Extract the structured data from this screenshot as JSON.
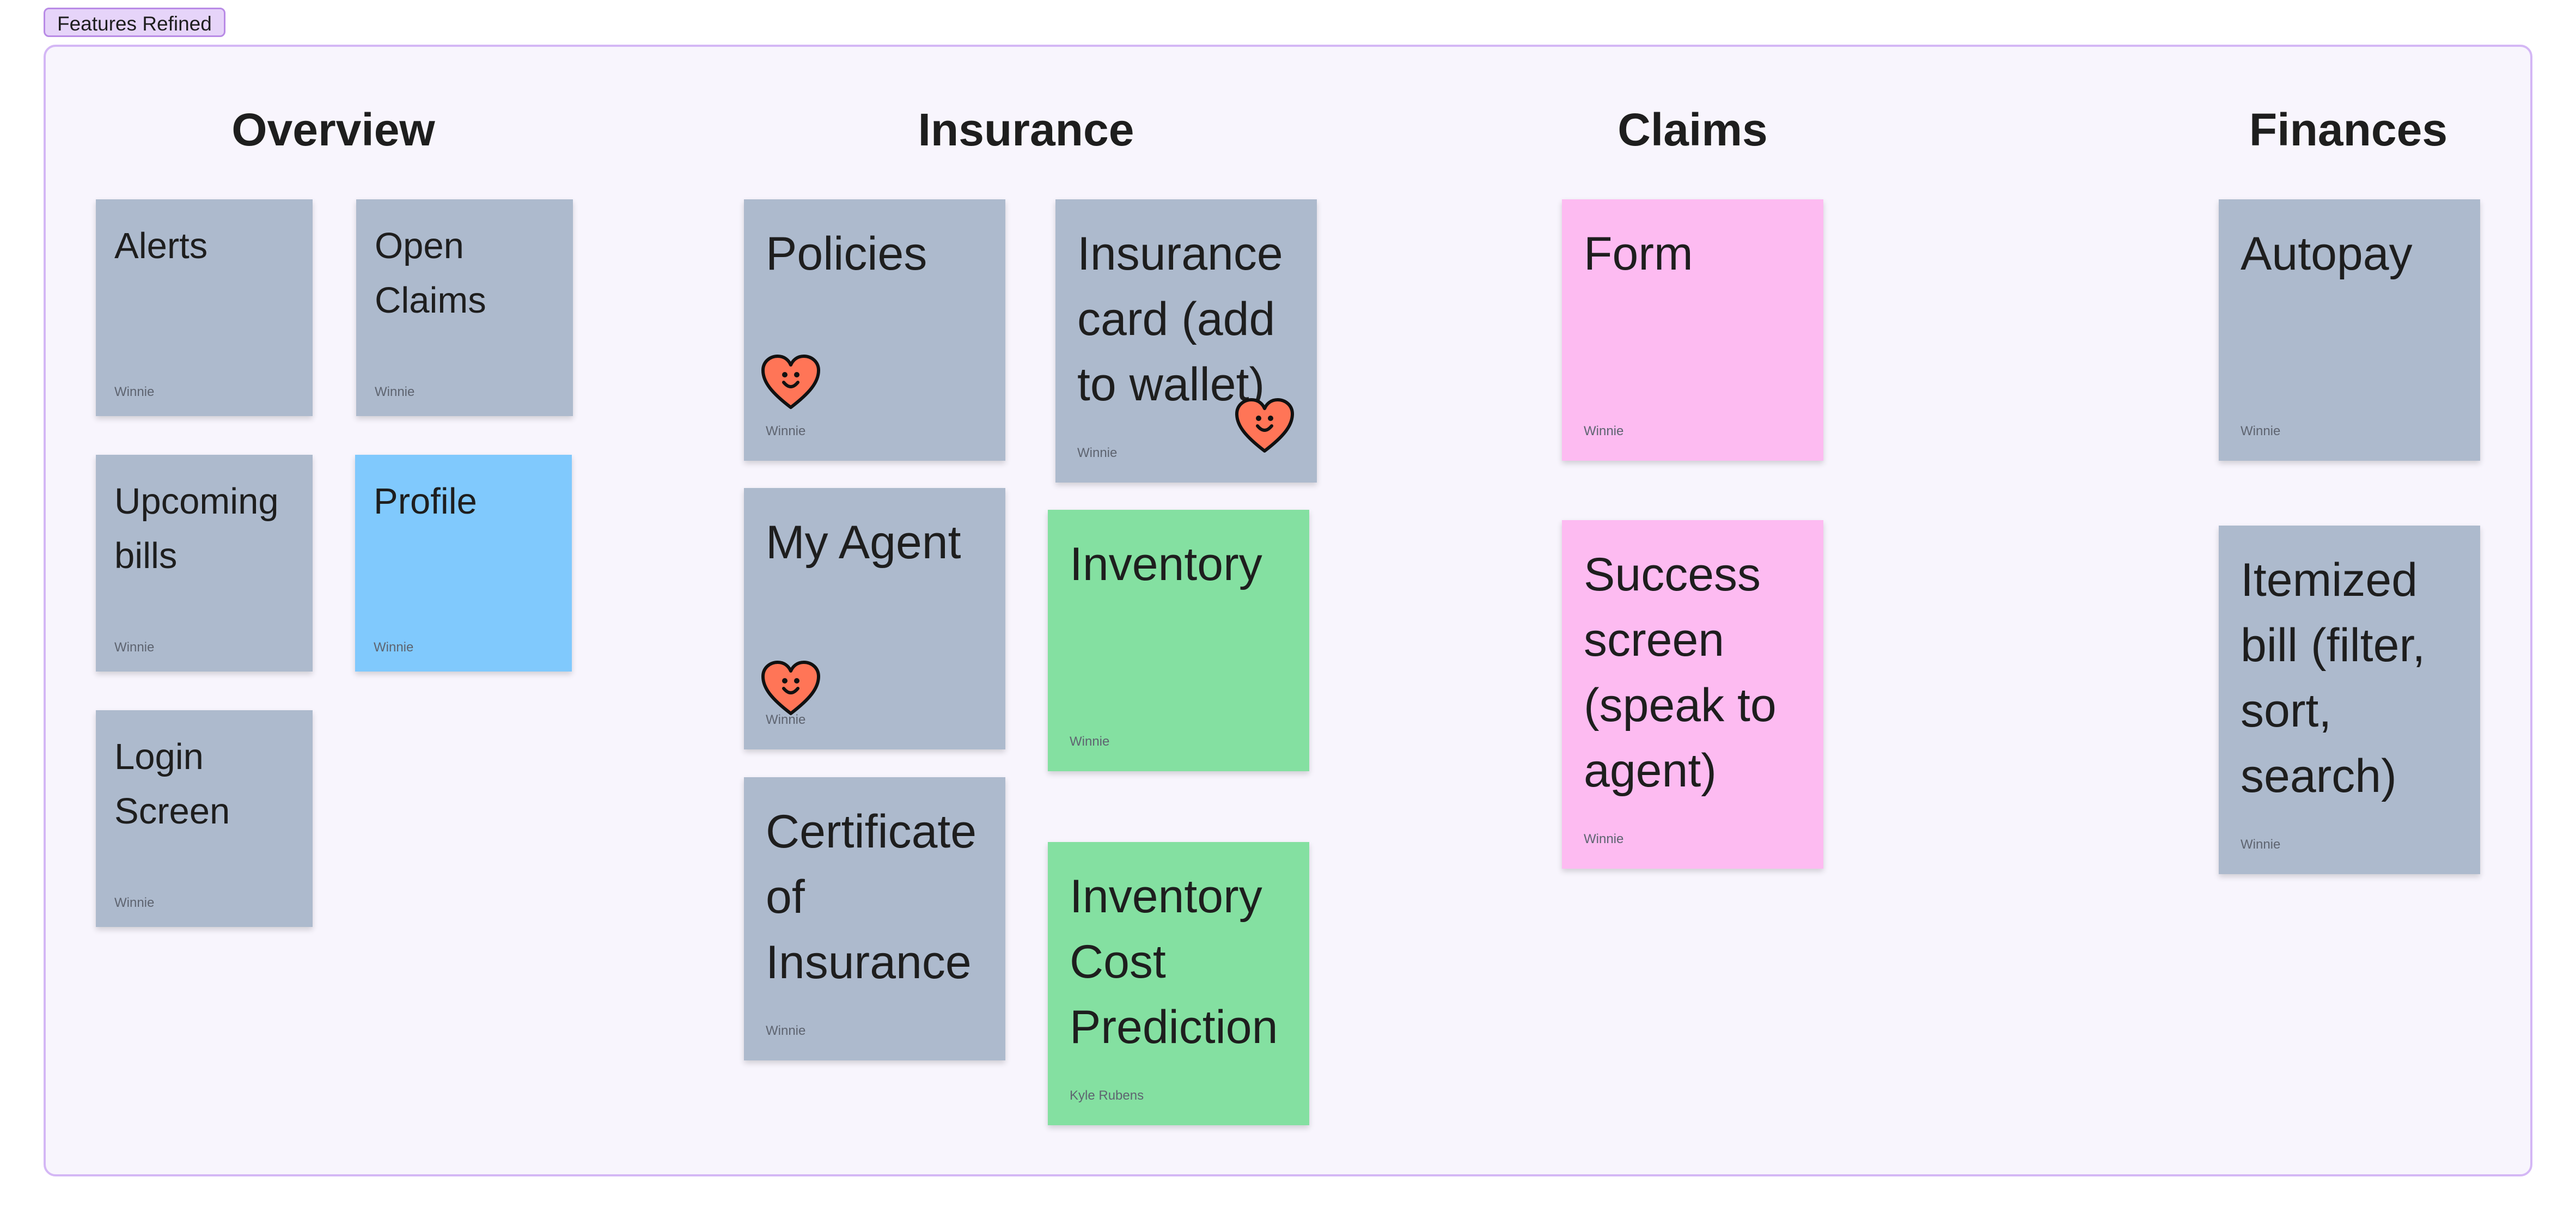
{
  "board": {
    "section_label": "Features Refined",
    "columns": [
      {
        "heading": "Overview"
      },
      {
        "heading": "Insurance"
      },
      {
        "heading": "Claims"
      },
      {
        "heading": "Finances"
      }
    ]
  },
  "notes": {
    "alerts": {
      "text": "Alerts",
      "author": "Winnie",
      "color": "#ADBACD"
    },
    "open_claims": {
      "text": "Open\nClaims",
      "author": "Winnie",
      "color": "#ADBACD"
    },
    "upcoming_bills": {
      "text": "Upcoming\nbills",
      "author": "Winnie",
      "color": "#ADBACD"
    },
    "profile": {
      "text": "Profile",
      "author": "Winnie",
      "color": "#80C9FD"
    },
    "login_screen": {
      "text": "Login\nScreen",
      "author": "Winnie",
      "color": "#ADBACD"
    },
    "policies": {
      "text": "Policies",
      "author": "Winnie",
      "color": "#ADBACD"
    },
    "insurance_card": {
      "text": "Insurance\ncard (add\nto wallet)",
      "author": "Winnie",
      "color": "#ADBACD"
    },
    "my_agent": {
      "text": "My Agent",
      "author": "Winnie",
      "color": "#ADBACD"
    },
    "inventory": {
      "text": "Inventory",
      "author": "Winnie",
      "color": "#84E0A1"
    },
    "certificate": {
      "text": "Certificate\nof\nInsurance",
      "author": "Winnie",
      "color": "#ADBACD"
    },
    "inventory_cost": {
      "text": "Inventory\nCost\nPrediction",
      "author": "Kyle Rubens",
      "color": "#84E0A1"
    },
    "form": {
      "text": "Form",
      "author": "Winnie",
      "color": "#FDBBF1"
    },
    "success_screen": {
      "text": "Success\nscreen\n(speak to\nagent)",
      "author": "Winnie",
      "color": "#FDBBF1"
    },
    "autopay": {
      "text": "Autopay",
      "author": "Winnie",
      "color": "#ADBACD"
    },
    "itemized_bill": {
      "text": "Itemized\nbill (filter,\nsort,\nsearch)",
      "author": "Winnie",
      "color": "#ADBACD"
    }
  },
  "reactions": {
    "icon": "smiling-heart-icon",
    "color": "#FF7557"
  }
}
